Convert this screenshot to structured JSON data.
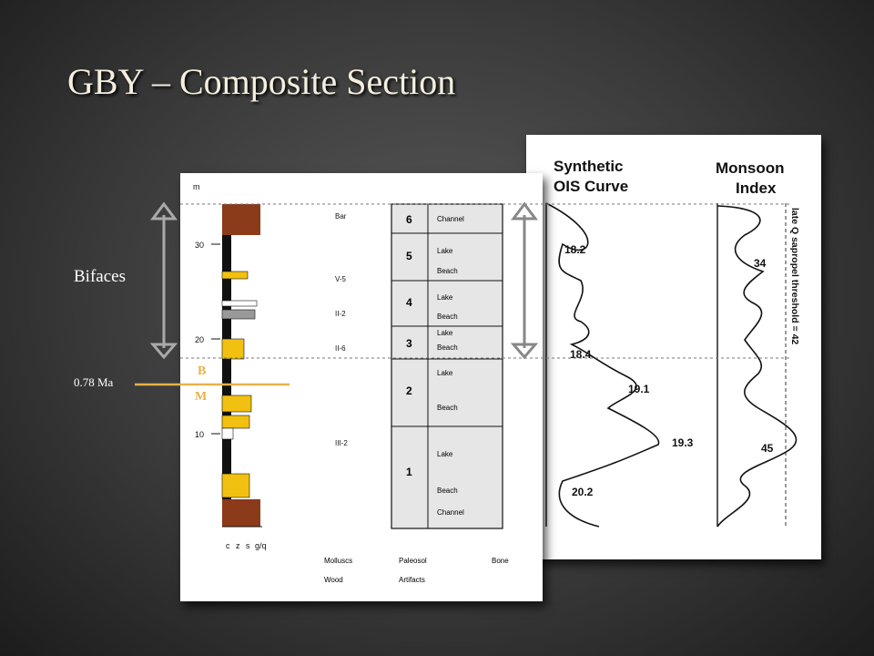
{
  "slide": {
    "title": "GBY – Composite Section",
    "bifaces_label": "Bifaces",
    "age_label": "0.78 Ma",
    "polarity_b": "B",
    "polarity_m": "M"
  },
  "strat_column": {
    "unit_label": "m",
    "depth_ticks": [
      "30",
      "20",
      "10"
    ],
    "grain_labels": [
      "c",
      "z",
      "s",
      "g/q"
    ],
    "artifact_sites": [
      "Bar",
      "V-5",
      "II-2",
      "II-6",
      "III-2"
    ],
    "legend": {
      "molluscs": "Molluscs",
      "wood": "Wood",
      "paleosol": "Paleosol",
      "artifacts": "Artifacts",
      "bone": "Bone"
    }
  },
  "cycles": [
    {
      "num": "6",
      "labels": [
        "Channel"
      ]
    },
    {
      "num": "5",
      "labels": [
        "Lake",
        "Beach"
      ]
    },
    {
      "num": "4",
      "labels": [
        "Lake",
        "Beach"
      ]
    },
    {
      "num": "3",
      "labels": [
        "Lake",
        "Beach"
      ]
    },
    {
      "num": "2",
      "labels": [
        "Lake",
        "Beach"
      ]
    },
    {
      "num": "1",
      "labels": [
        "Lake",
        "Beach",
        "Channel"
      ]
    }
  ],
  "ois_curve": {
    "title_line1": "Synthetic",
    "title_line2": "OIS Curve",
    "labels": [
      "18.2",
      "18.4",
      "19.1",
      "19.3",
      "20.2"
    ]
  },
  "monsoon": {
    "title_line1": "Monsoon",
    "title_line2": "Index",
    "threshold_label": "late Q sapropel threshold = 42",
    "labels": [
      "34",
      "45"
    ]
  },
  "colors": {
    "sediment_yellow": "#f2c010",
    "paleosol_brown": "#8b3a1a",
    "accent_line": "#e8b24a"
  }
}
